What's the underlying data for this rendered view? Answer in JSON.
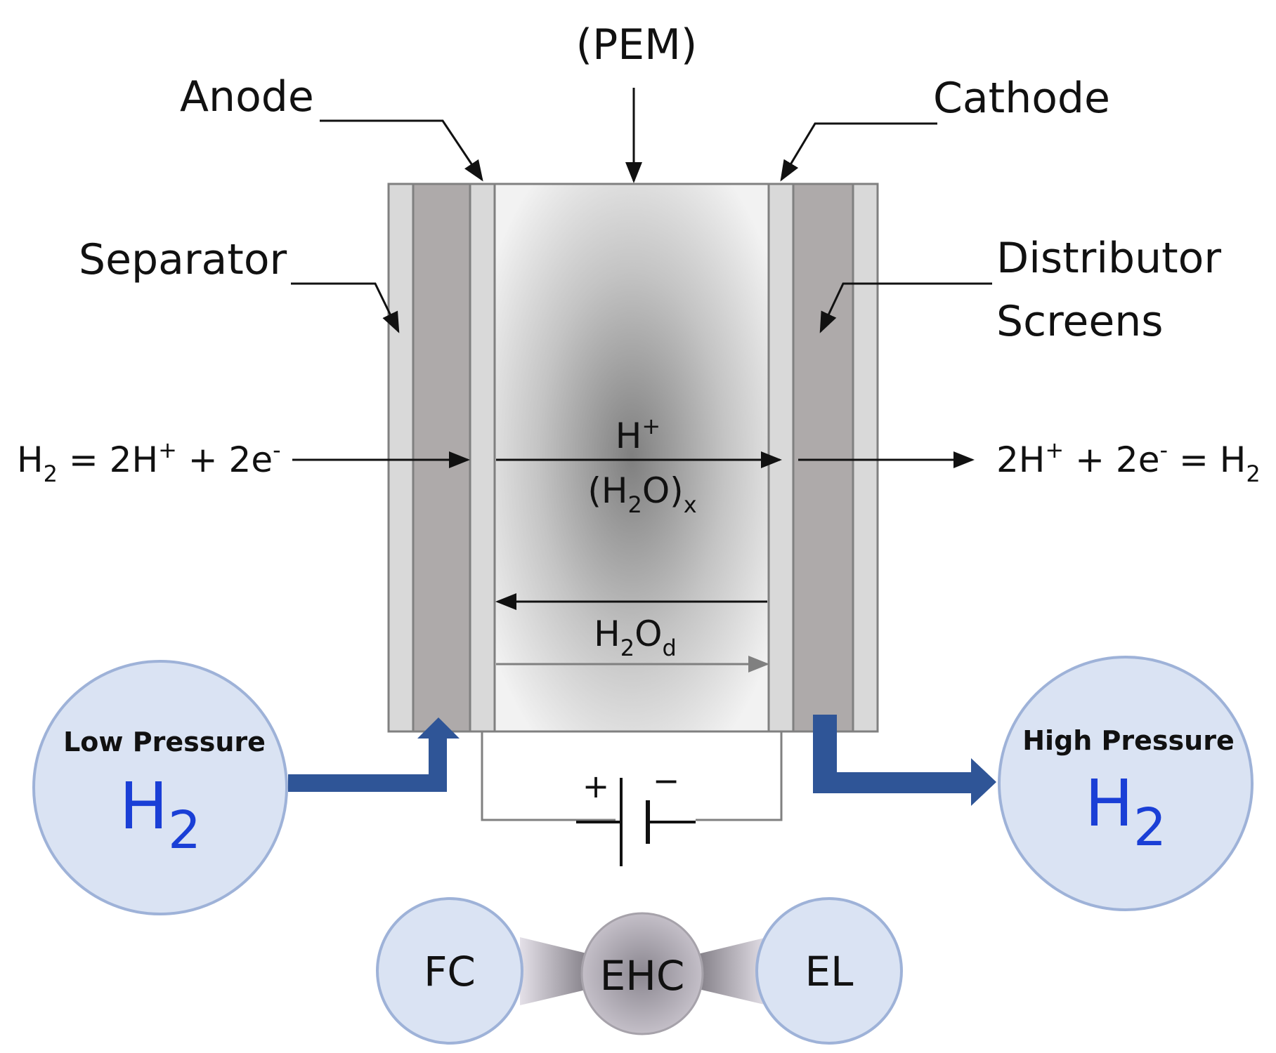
{
  "labels": {
    "pem": "(PEM)",
    "anode": "Anode",
    "cathode": "Cathode",
    "separator": "Separator",
    "distributor_line1": "Distributor",
    "distributor_line2": "Screens"
  },
  "equations": {
    "anode": {
      "a": "H",
      "a_sub": "2",
      "b": " = 2H",
      "b_sup": "+",
      "c": " + 2e",
      "c_sup": "-"
    },
    "cathode": {
      "a": "2H",
      "a_sup": "+",
      "b": " + 2e",
      "b_sup": "-",
      "c": " = H",
      "c_sub": "2"
    }
  },
  "transport": {
    "proton": {
      "base": "H",
      "sup": "+"
    },
    "water": {
      "open": "(H",
      "sub": "2",
      "mid": "O)",
      "sub2": "x"
    },
    "drag": {
      "base": "H",
      "sub": "2",
      "mid": "O",
      "sub2": "d"
    }
  },
  "battery": {
    "plus": "+",
    "minus": "−"
  },
  "inlet": {
    "caption": "Low Pressure",
    "gas": "H",
    "gas_sub": "2"
  },
  "outlet": {
    "caption": "High Pressure",
    "gas": "H",
    "gas_sub": "2"
  },
  "technologies": {
    "left": "FC",
    "center": "EHC",
    "right": "EL"
  },
  "colors": {
    "arrow_blue": "#2f5597",
    "bubble_fill": "#dae3f3",
    "bubble_stroke": "#9eb2d8",
    "gas_blue": "#1a3fd6",
    "separator_fill": "#d9d9d9",
    "screen_fill": "#aeaaaa"
  }
}
